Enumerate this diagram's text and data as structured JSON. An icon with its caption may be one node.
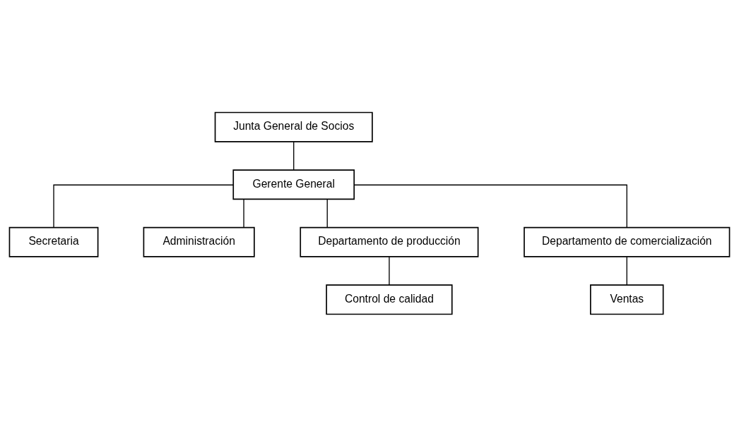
{
  "diagram": {
    "nodes": [
      {
        "text": [
          "Junta General de Socios"
        ]
      },
      {
        "text": [
          "Gerente General"
        ]
      },
      {
        "text": [
          "Secretaria"
        ]
      },
      {
        "text": [
          "Administración"
        ]
      },
      {
        "text": [
          "Departamento de producción"
        ]
      },
      {
        "text": [
          "Departamento de comercialización"
        ]
      },
      {
        "text": [
          "Control de calidad"
        ]
      },
      {
        "text": [
          "Ventas"
        ]
      }
    ],
    "edges": [
      {
        "from": 0,
        "to": 1,
        "arrow": "none"
      },
      {
        "from": 1,
        "to": 2,
        "arrow": "none"
      },
      {
        "from": 1,
        "to": 3,
        "arrow": "none"
      },
      {
        "from": 1,
        "to": 4,
        "arrow": "none"
      },
      {
        "from": 1,
        "to": 5,
        "arrow": "none"
      },
      {
        "from": 4,
        "to": 6,
        "arrow": "none"
      },
      {
        "from": 5,
        "to": 7,
        "arrow": "none"
      }
    ]
  }
}
